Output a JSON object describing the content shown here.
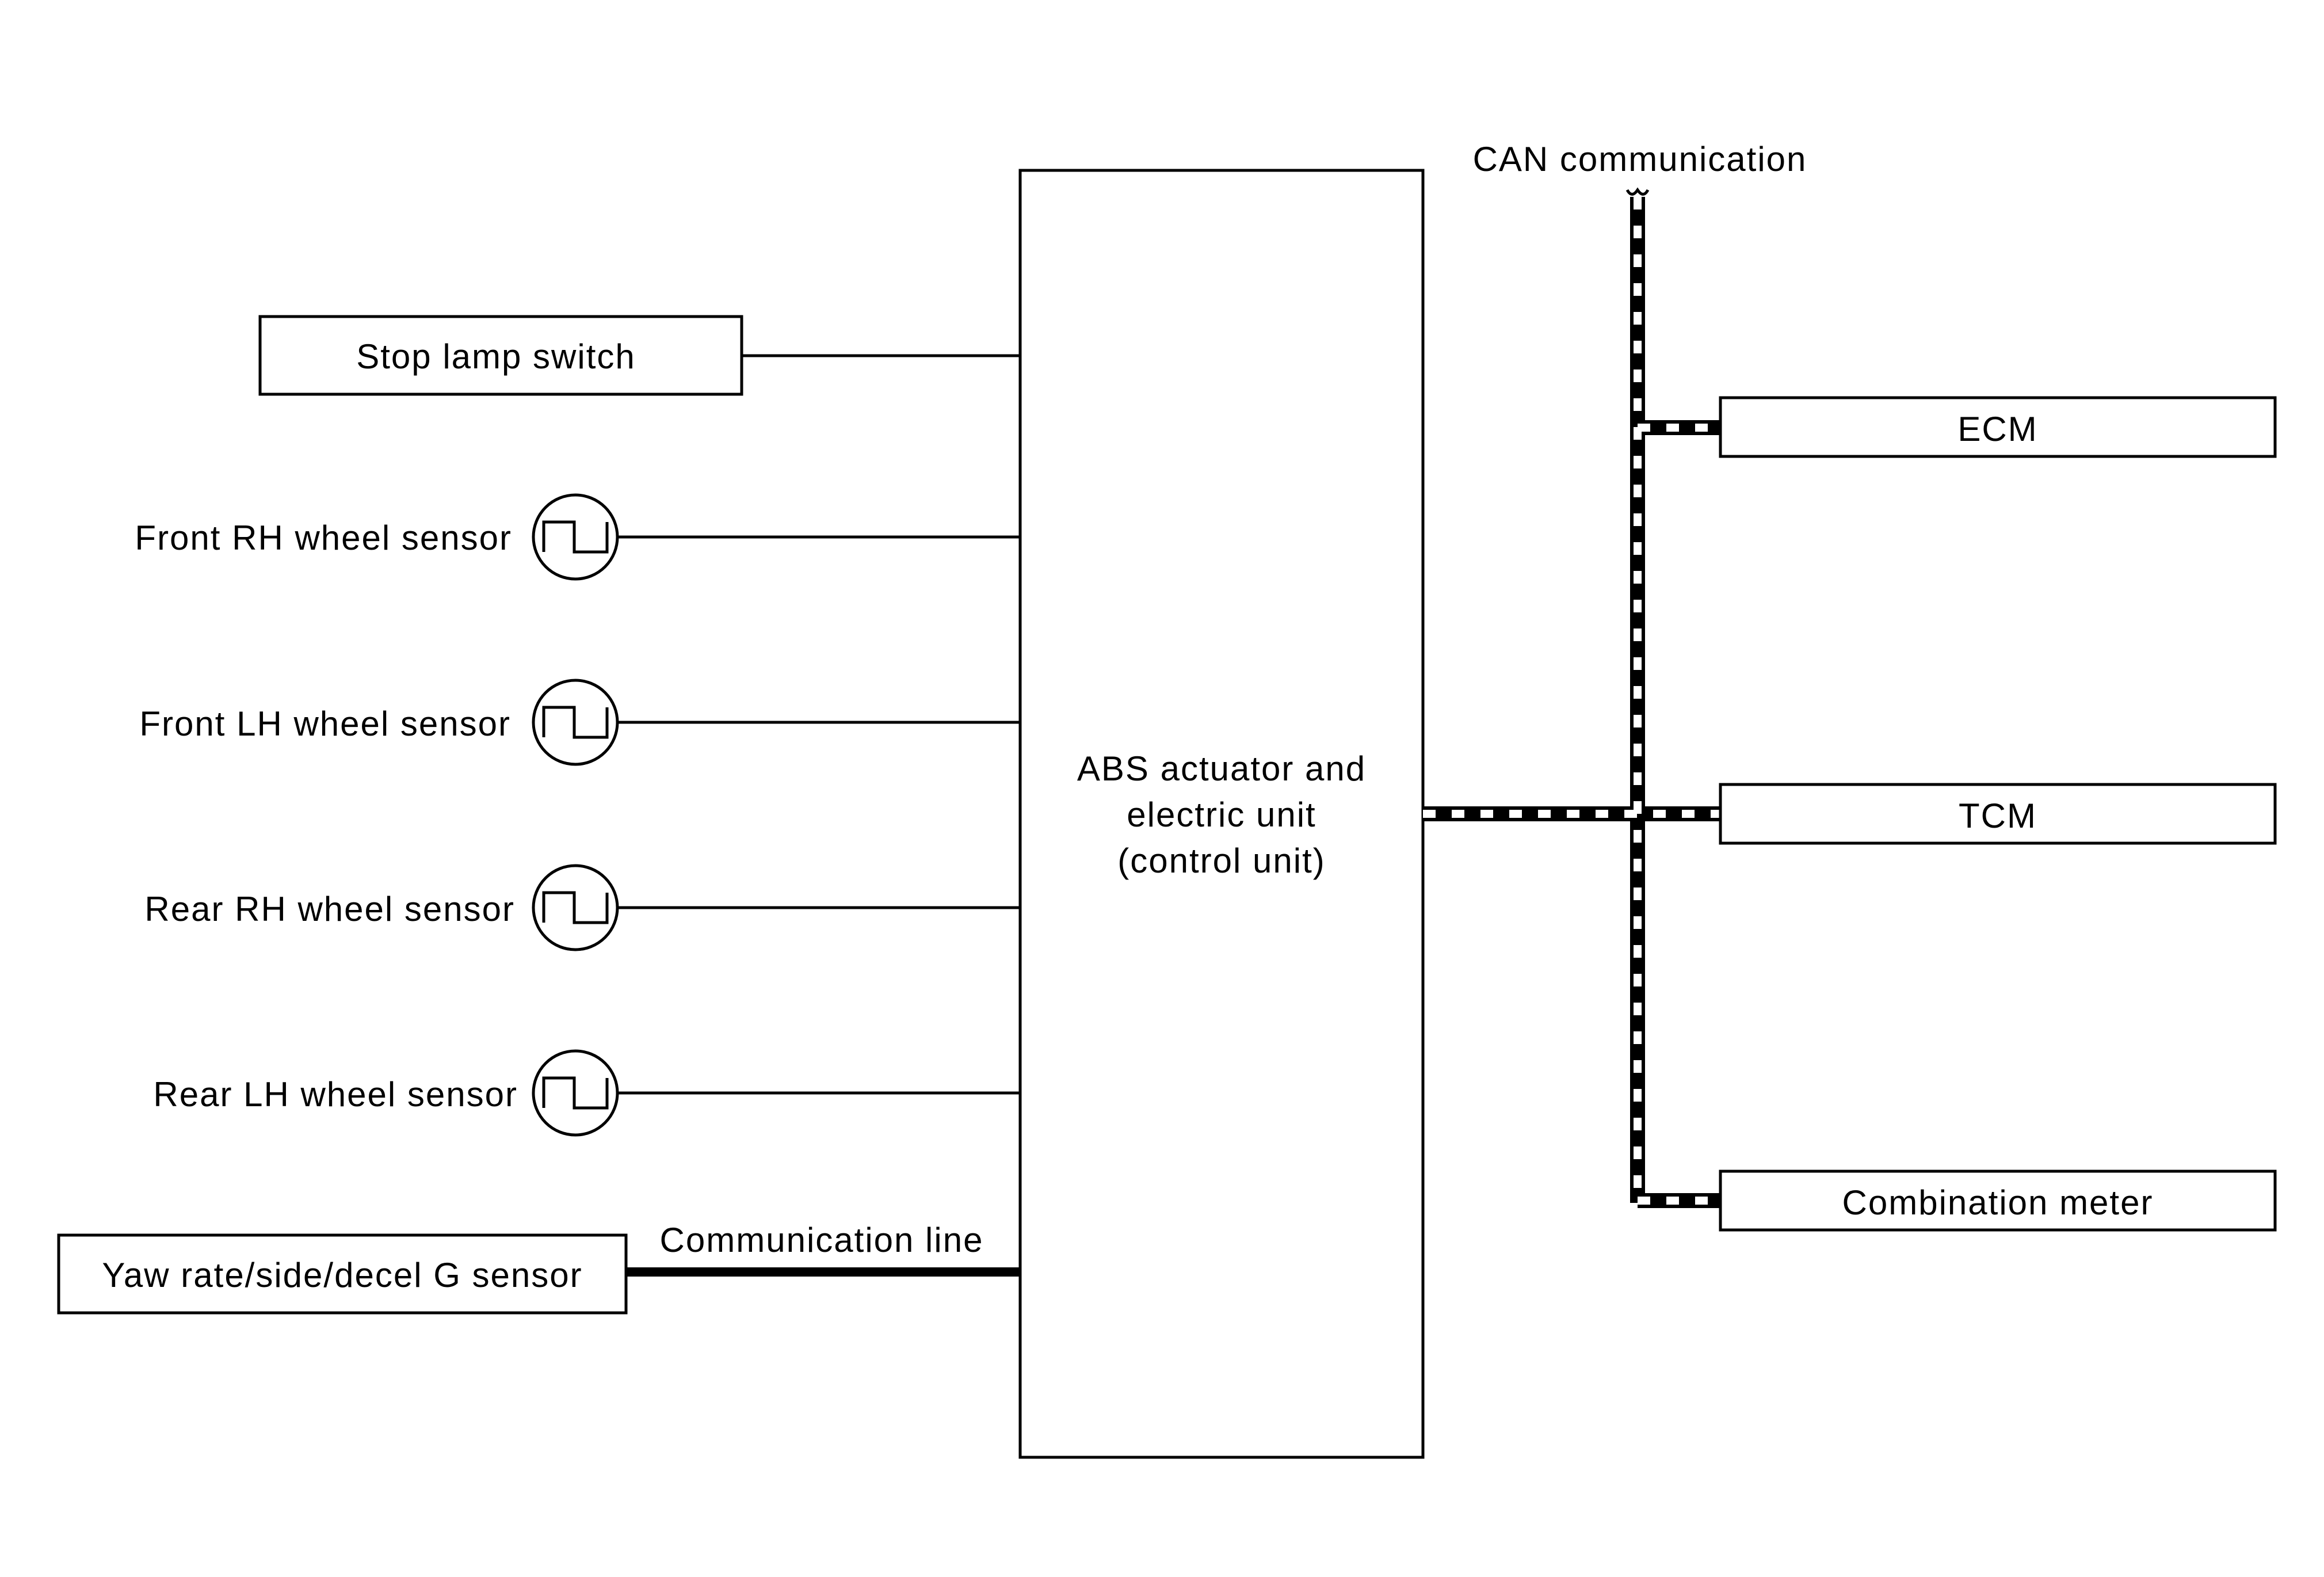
{
  "control_unit": {
    "line1": "ABS actuator and",
    "line2": "electric unit",
    "line3": "(control unit)"
  },
  "inputs": {
    "stop_lamp_switch": "Stop lamp switch",
    "front_rh": "Front RH wheel sensor",
    "front_lh": "Front LH wheel sensor",
    "rear_rh": "Rear RH wheel sensor",
    "rear_lh": "Rear LH wheel sensor",
    "yaw_sensor": "Yaw rate/side/decel G sensor"
  },
  "communication_line": "Communication line",
  "can_label": "CAN communication",
  "outputs": {
    "ecm": "ECM",
    "tcm": "TCM",
    "combination_meter": "Combination meter"
  }
}
